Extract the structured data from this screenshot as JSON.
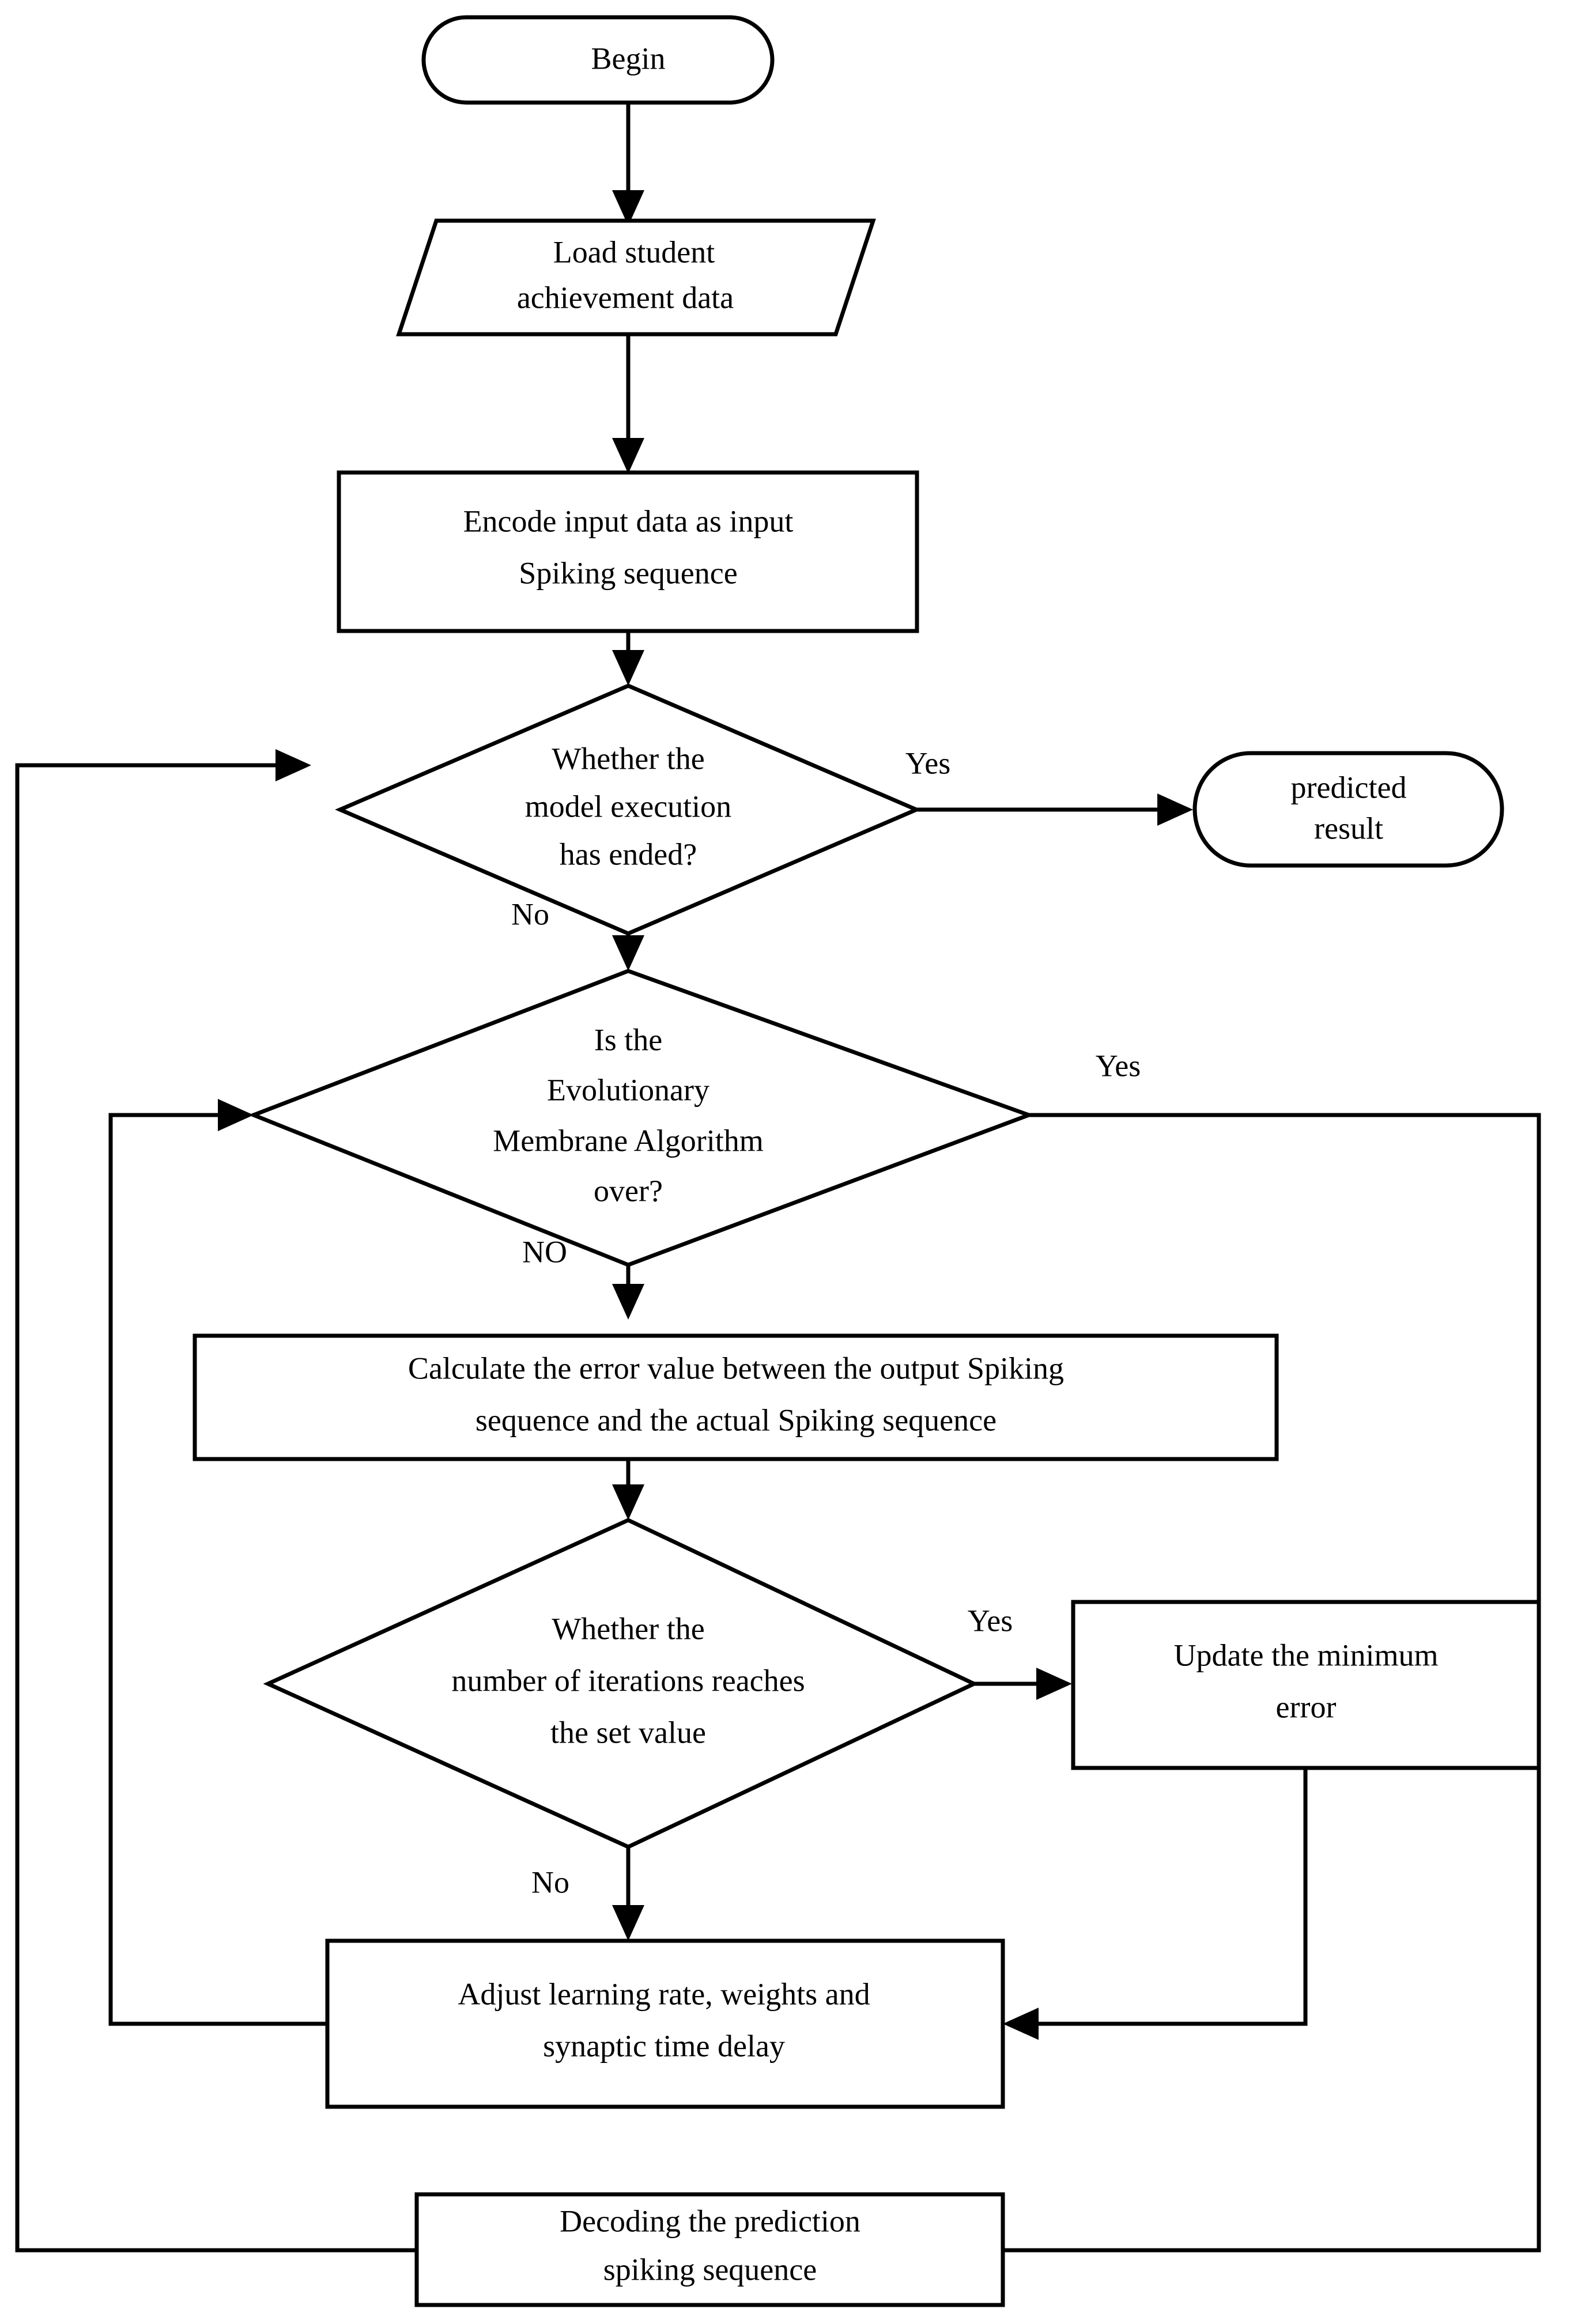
{
  "diagram": {
    "title": "Spiking neural network student achievement prediction flowchart",
    "stroke_color": "#000000",
    "fill_color": "#ffffff",
    "background": "#ffffff"
  },
  "nodes": {
    "begin": {
      "shape": "terminator",
      "label": "Begin"
    },
    "load_data": {
      "shape": "parallelogram",
      "line1": "Load student",
      "line2": "achievement data"
    },
    "encode": {
      "shape": "process",
      "line1": "Encode input data as input",
      "line2": "Spiking sequence"
    },
    "model_ended": {
      "shape": "decision",
      "line1": "Whether the",
      "line2": "model execution",
      "line3": "has ended?"
    },
    "predicted_result": {
      "shape": "terminator",
      "line1": "predicted",
      "line2": "result"
    },
    "ema_over": {
      "shape": "decision",
      "line1": "Is the",
      "line2": "Evolutionary",
      "line3": "Membrane Algorithm",
      "line4": "over?"
    },
    "calculate_error": {
      "shape": "process",
      "line1": "Calculate the error value between the output Spiking",
      "line2": "sequence and the actual Spiking sequence"
    },
    "iterations_reached": {
      "shape": "decision",
      "line1": "Whether the",
      "line2": "number of iterations reaches",
      "line3": "the set value"
    },
    "update_min_error": {
      "shape": "process",
      "line1": "Update the minimum",
      "line2": "error"
    },
    "adjust_params": {
      "shape": "process",
      "line1": "Adjust learning rate, weights and",
      "line2": "synaptic time delay"
    },
    "decode": {
      "shape": "process",
      "line1": "Decoding the prediction",
      "line2": "spiking sequence"
    }
  },
  "edge_labels": {
    "model_ended_yes": "Yes",
    "model_ended_no": "No",
    "ema_over_yes": "Yes",
    "ema_over_no": "NO",
    "iterations_yes": "Yes",
    "iterations_no": "No"
  }
}
